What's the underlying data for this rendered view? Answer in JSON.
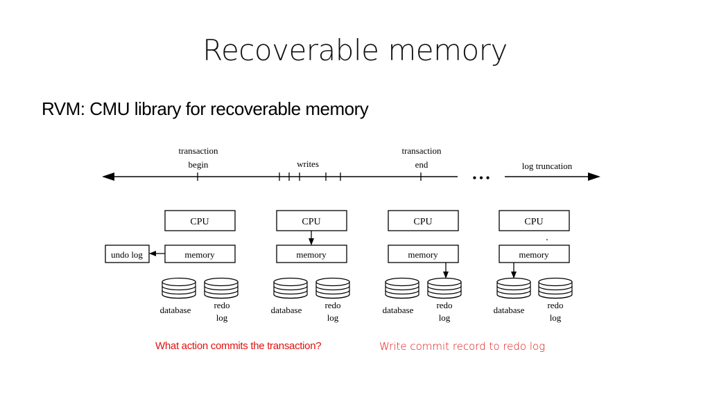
{
  "slide": {
    "title": "Recoverable memory",
    "subtitle": "RVM: CMU library for recoverable memory",
    "question": "What action commits the transaction?",
    "answer": "Write commit record to redo log"
  },
  "timeline": {
    "labels": {
      "begin_line1": "transaction",
      "begin_line2": "begin",
      "writes": "writes",
      "end_line1": "transaction",
      "end_line2": "end",
      "truncation": "log truncation",
      "ellipsis": "• • •"
    }
  },
  "diagram": {
    "cpu": "CPU",
    "memory": "memory",
    "undo_log": "undo log",
    "database": "database",
    "redo_line1": "redo",
    "redo_line2": "log"
  },
  "colors": {
    "accent_red": "#e01010"
  }
}
